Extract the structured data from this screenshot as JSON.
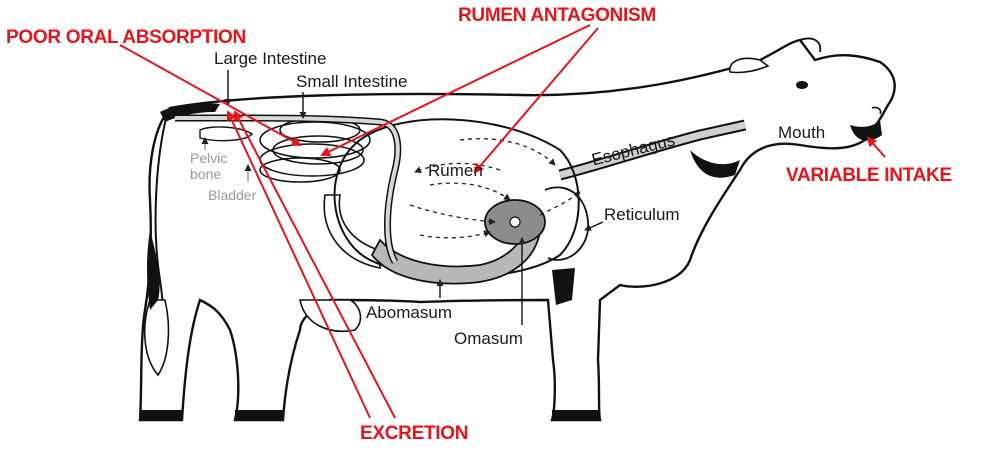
{
  "annotations": {
    "poor_oral_absorption": "POOR ORAL ABSORPTION",
    "rumen_antagonism": "RUMEN ANTAGONISM",
    "variable_intake": "VARIABLE INTAKE",
    "excretion": "EXCRETION"
  },
  "anatomy": {
    "large_intestine": "Large Intestine",
    "small_intestine": "Small Intestine",
    "pelvic_bone": "Pelvic bone",
    "bladder": "Bladder",
    "rumen": "Rumen",
    "esophagus": "Esophagus",
    "mouth": "Mouth",
    "reticulum": "Reticulum",
    "abomasum": "Abomasum",
    "omasum": "Omasum"
  },
  "colors": {
    "annotation": "#e8141b",
    "outline": "#111111",
    "organ_fill": "#b8b8b8",
    "omasum_fill": "#8c8c8c"
  }
}
